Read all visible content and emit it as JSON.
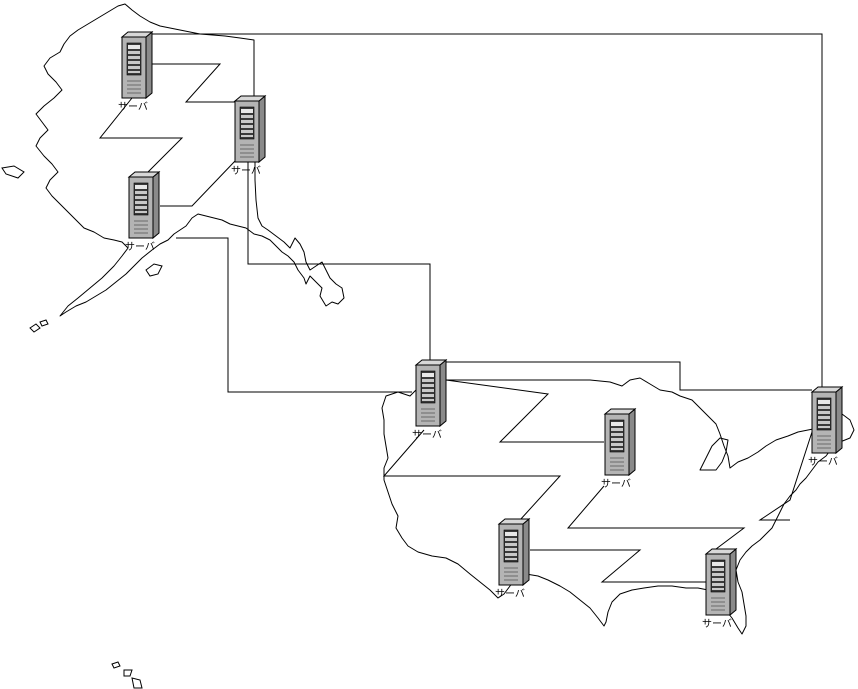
{
  "diagram": {
    "server_label": "サーバ",
    "servers": [
      {
        "id": "ak-north",
        "label": "サーバ"
      },
      {
        "id": "ak-central",
        "label": "サーバ"
      },
      {
        "id": "ak-south",
        "label": "サーバ"
      },
      {
        "id": "us-northwest",
        "label": "サーバ"
      },
      {
        "id": "us-northeast",
        "label": "サーバ"
      },
      {
        "id": "us-central",
        "label": "サーバ"
      },
      {
        "id": "us-southwest",
        "label": "サーバ"
      },
      {
        "id": "us-southeast",
        "label": "サーバ"
      }
    ]
  }
}
